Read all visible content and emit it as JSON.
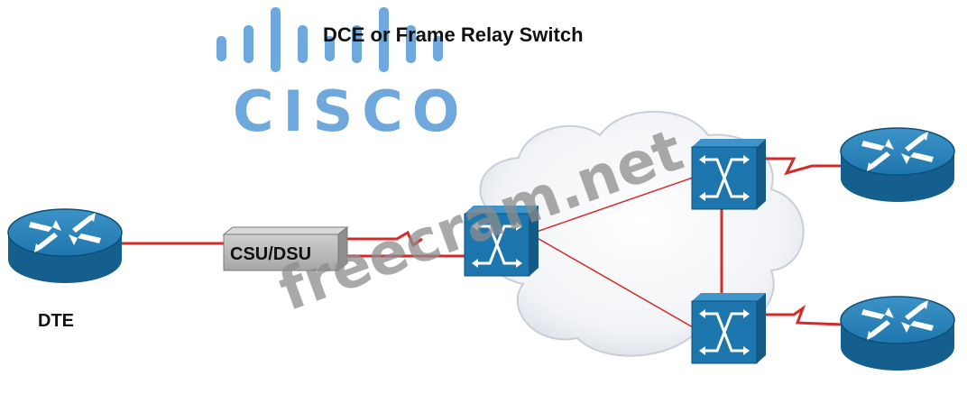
{
  "diagram": {
    "title": "DCE or Frame Relay Switch",
    "dte_label": "DTE",
    "csu_label": "CSU/DSU"
  },
  "logo": {
    "text": "CISCO",
    "color": "#6fa8dc"
  },
  "watermark": {
    "text": "freecram.net",
    "color": "#8c8c8c"
  },
  "colors": {
    "link": "#d42a2a",
    "device": "#1d76ad",
    "device_dark": "#145a85",
    "cloud": "#eef1f5"
  },
  "icons": {
    "routers": [
      "router-icon",
      "router-icon",
      "router-icon"
    ],
    "switches": [
      "frame-relay-switch-icon",
      "frame-relay-switch-icon",
      "frame-relay-switch-icon"
    ],
    "csu": "csu-dsu-icon",
    "cloud": "cloud-icon"
  }
}
